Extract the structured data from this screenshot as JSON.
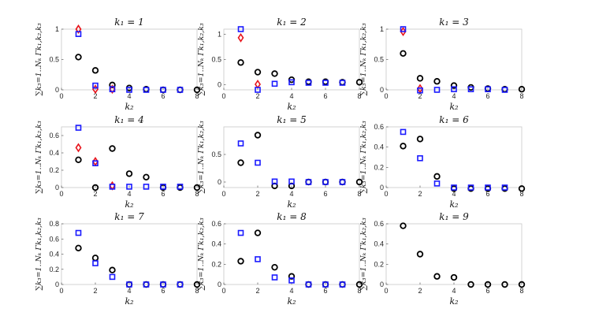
{
  "figure": {
    "ylabel": "∑k₃=1..Nₖ Γk₁,k₂,k₃",
    "xlabel": "k₂",
    "xlim": [
      0,
      8
    ],
    "xticks": [
      "0",
      "2",
      "4",
      "6",
      "8"
    ]
  },
  "series_styles": [
    {
      "key": "black",
      "marker": "circle",
      "color": "#000000"
    },
    {
      "key": "red",
      "marker": "diamond",
      "color": "#e8141c"
    },
    {
      "key": "blue",
      "marker": "square",
      "color": "#1a1aff"
    }
  ],
  "chart_data": [
    {
      "type": "scatter",
      "title": "k₁ = 1",
      "ylim": [
        0,
        1
      ],
      "yticks": [
        "0",
        "0.5",
        "1"
      ],
      "series": [
        {
          "style": "black",
          "x": [
            1,
            2,
            3,
            4,
            5,
            6,
            7,
            8
          ],
          "y": [
            0.54,
            0.32,
            0.08,
            0.03,
            0.01,
            0,
            0,
            0
          ]
        },
        {
          "style": "red",
          "x": [
            1,
            2,
            3
          ],
          "y": [
            1.0,
            0.01,
            0.01
          ]
        },
        {
          "style": "blue",
          "x": [
            1,
            2,
            3,
            4,
            5,
            6,
            7
          ],
          "y": [
            0.92,
            0.07,
            0.01,
            0,
            0,
            0,
            0
          ]
        }
      ]
    },
    {
      "type": "scatter",
      "title": "k₁ = 2",
      "ylim": [
        -0.1,
        1.1
      ],
      "yticks": [
        "0",
        "0.5",
        "1"
      ],
      "series": [
        {
          "style": "black",
          "x": [
            1,
            2,
            3,
            4,
            5,
            6,
            7,
            8
          ],
          "y": [
            0.44,
            0.25,
            0.22,
            0.1,
            0.06,
            0.06,
            0.05,
            0.05
          ]
        },
        {
          "style": "red",
          "x": [
            1,
            2
          ],
          "y": [
            0.93,
            0.01
          ]
        },
        {
          "style": "blue",
          "x": [
            1,
            2,
            3,
            4,
            5,
            6,
            7
          ],
          "y": [
            1.1,
            -0.1,
            0.02,
            0.05,
            0.04,
            0.04,
            0.04
          ]
        }
      ]
    },
    {
      "type": "scatter",
      "title": "k₁ = 3",
      "ylim": [
        0,
        1
      ],
      "yticks": [
        "0",
        "0.5",
        "1"
      ],
      "series": [
        {
          "style": "black",
          "x": [
            1,
            2,
            3,
            4,
            5,
            6,
            7,
            8
          ],
          "y": [
            0.6,
            0.19,
            0.14,
            0.07,
            0.04,
            0.02,
            0.01,
            0.01
          ]
        },
        {
          "style": "red",
          "x": [
            1,
            2
          ],
          "y": [
            0.96,
            0.02
          ]
        },
        {
          "style": "blue",
          "x": [
            1,
            2,
            3,
            4,
            5,
            6,
            7
          ],
          "y": [
            1.0,
            -0.01,
            0.0,
            0.01,
            0.01,
            0.01,
            0.0
          ]
        }
      ]
    },
    {
      "type": "scatter",
      "title": "k₁ = 4",
      "ylim": [
        0,
        0.7
      ],
      "yticks": [
        "0",
        "0.2",
        "0.4",
        "0.6"
      ],
      "series": [
        {
          "style": "black",
          "x": [
            1,
            2,
            3,
            4,
            5,
            6,
            7,
            8
          ],
          "y": [
            0.32,
            0.0,
            0.45,
            0.16,
            0.12,
            0.0,
            0.0,
            0.0
          ]
        },
        {
          "style": "red",
          "x": [
            1,
            2,
            3
          ],
          "y": [
            0.46,
            0.3,
            0.02
          ]
        },
        {
          "style": "blue",
          "x": [
            1,
            2,
            3,
            4,
            5,
            6,
            7
          ],
          "y": [
            0.69,
            0.28,
            0.01,
            0.01,
            0.01,
            0.01,
            0.01
          ]
        }
      ]
    },
    {
      "type": "scatter",
      "title": "k₁ = 5",
      "ylim": [
        -0.1,
        1.0
      ],
      "yticks": [
        "0",
        "0.5"
      ],
      "series": [
        {
          "style": "black",
          "x": [
            1,
            2,
            3,
            4,
            5,
            6,
            7,
            8
          ],
          "y": [
            0.35,
            0.85,
            -0.07,
            -0.07,
            0.0,
            0.0,
            0.0,
            0.0
          ]
        },
        {
          "style": "blue",
          "x": [
            1,
            2,
            3,
            4,
            5,
            6,
            7
          ],
          "y": [
            0.7,
            0.35,
            0.01,
            0.01,
            0.0,
            0.0,
            0.0
          ]
        }
      ]
    },
    {
      "type": "scatter",
      "title": "k₁ = 6",
      "ylim": [
        0,
        0.6
      ],
      "yticks": [
        "0",
        "0.2",
        "0.4",
        "0.6"
      ],
      "series": [
        {
          "style": "black",
          "x": [
            1,
            2,
            3,
            4,
            5,
            6,
            7,
            8
          ],
          "y": [
            0.41,
            0.48,
            0.11,
            -0.01,
            -0.01,
            -0.01,
            -0.01,
            -0.01
          ]
        },
        {
          "style": "blue",
          "x": [
            1,
            2,
            3,
            4,
            5,
            6,
            7
          ],
          "y": [
            0.55,
            0.29,
            0.04,
            0.0,
            0.0,
            0.0,
            0.0
          ]
        }
      ]
    },
    {
      "type": "scatter",
      "title": "k₁ = 7",
      "ylim": [
        0,
        0.8
      ],
      "yticks": [
        "0",
        "0.2",
        "0.4",
        "0.6",
        "0.8"
      ],
      "series": [
        {
          "style": "black",
          "x": [
            1,
            2,
            3,
            4,
            5,
            6,
            7,
            8
          ],
          "y": [
            0.48,
            0.35,
            0.19,
            0.0,
            0.0,
            0.0,
            0.0,
            0.0
          ]
        },
        {
          "style": "blue",
          "x": [
            1,
            2,
            3,
            4,
            5,
            6,
            7
          ],
          "y": [
            0.68,
            0.28,
            0.1,
            0.0,
            0.0,
            0.0,
            0.0
          ]
        }
      ]
    },
    {
      "type": "scatter",
      "title": "k₁ = 8",
      "ylim": [
        0,
        0.6
      ],
      "yticks": [
        "0",
        "0.2",
        "0.4",
        "0.6"
      ],
      "series": [
        {
          "style": "black",
          "x": [
            1,
            2,
            3,
            4,
            5,
            6,
            7,
            8
          ],
          "y": [
            0.23,
            0.51,
            0.17,
            0.08,
            0.0,
            0.0,
            0.0,
            0.0
          ]
        },
        {
          "style": "blue",
          "x": [
            1,
            2,
            3,
            4,
            5,
            6,
            7
          ],
          "y": [
            0.51,
            0.25,
            0.07,
            0.04,
            0.0,
            0.0,
            0.0
          ]
        }
      ]
    },
    {
      "type": "scatter",
      "title": "k₁ = 9",
      "ylim": [
        0,
        0.6
      ],
      "yticks": [
        "0",
        "0.2",
        "0.4",
        "0.6"
      ],
      "series": [
        {
          "style": "black",
          "x": [
            1,
            2,
            3,
            4,
            5,
            6,
            7,
            8
          ],
          "y": [
            0.58,
            0.3,
            0.08,
            0.07,
            0.0,
            0.0,
            0.0,
            0.0
          ]
        }
      ]
    }
  ]
}
